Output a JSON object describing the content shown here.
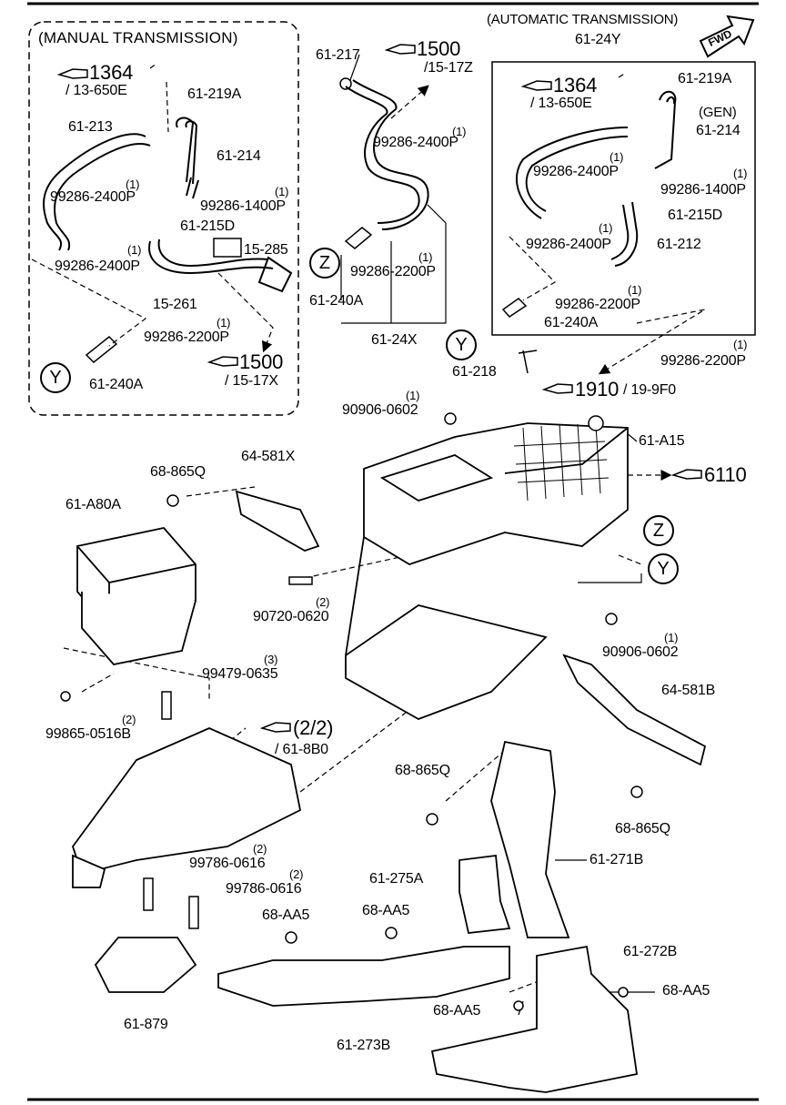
{
  "headings": {
    "manual": "(MANUAL TRANSMISSION)",
    "automatic": "(AUTOMATIC TRANSMISSION)",
    "gen": "(GEN)",
    "fwd": "FWD"
  },
  "refs": {
    "r1364_m": "1364",
    "r13650e_m": "/ 13-650E",
    "r1364_a": "1364",
    "r13650e_a": "/ 13-650E",
    "r1500_top": "1500",
    "r1517z": "/15-17Z",
    "r1500_m": "1500",
    "r1517x": "/ 15-17X",
    "r1910": "1910",
    "r199f0": "/ 19-9F0",
    "r6110": "6110",
    "r22": "(2/2)",
    "r618b0": "/ 61-8B0"
  },
  "parts": {
    "p61_219a_m": "61-219A",
    "p61_213": "61-213",
    "p61_214_m": "61-214",
    "p99286_2400p_m1": "99286-2400P",
    "p99286_1400p_m": "99286-1400P",
    "p61_215d_m": "61-215D",
    "p99286_2400p_m2": "99286-2400P",
    "p15_285": "15-285",
    "p15_261": "15-261",
    "p99286_2200p_m": "99286-2200P",
    "p61_240a_m": "61-240A",
    "p61_217": "61-217",
    "p99286_2400p_c": "99286-2400P",
    "p99286_2200p_c": "99286-2200P",
    "p61_240a_c": "61-240A",
    "p61_24x": "61-24X",
    "p61_24y": "61-24Y",
    "p61_219a_a": "61-219A",
    "p61_214_a": "61-214",
    "p99286_2400p_a1": "99286-2400P",
    "p99286_1400p_a": "99286-1400P",
    "p61_215d_a": "61-215D",
    "p99286_2400p_a2": "99286-2400P",
    "p61_212": "61-212",
    "p99286_2200p_a1": "99286-2200P",
    "p61_240a_a": "61-240A",
    "p61_218": "61-218",
    "p99286_2200p_a2": "99286-2200P",
    "p90906_0602_t": "90906-0602",
    "p61_a15": "61-A15",
    "p68_865q_t": "68-865Q",
    "p64_581x": "64-581X",
    "p61_a80a": "61-A80A",
    "p90720_0620": "90720-0620",
    "p90906_0602_b": "90906-0602",
    "p99865_0516b": "99865-0516B",
    "p99479_0635": "99479-0635",
    "p64_581b": "64-581B",
    "p68_865q_m": "68-865Q",
    "p68_865q_r": "68-865Q",
    "p99786_0616_1": "99786-0616",
    "p99786_0616_2": "99786-0616",
    "p61_271b": "61-271B",
    "p61_275a": "61-275A",
    "p68_aa5_1": "68-AA5",
    "p68_aa5_2": "68-AA5",
    "p61_272b": "61-272B",
    "p68_aa5_3": "68-AA5",
    "p68_aa5_4": "68-AA5",
    "p61_879": "61-879",
    "p61_273b": "61-273B"
  },
  "qty": {
    "q1": "(1)",
    "q2": "(2)",
    "q3": "(3)"
  },
  "markers": {
    "y": "Y",
    "z": "Z"
  }
}
